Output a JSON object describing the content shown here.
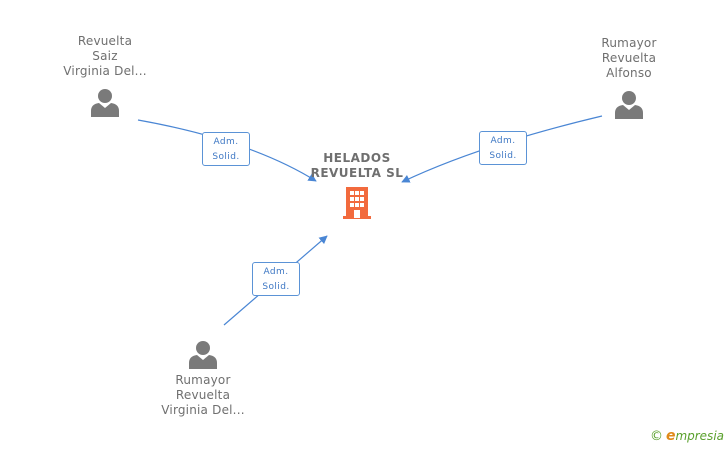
{
  "nodes": {
    "person_top_left": {
      "lines": [
        "Revuelta",
        "Saiz",
        "Virginia Del..."
      ],
      "icon": "person-icon"
    },
    "person_top_right": {
      "lines": [
        "Rumayor",
        "Revuelta",
        "Alfonso"
      ],
      "icon": "person-icon"
    },
    "person_bottom": {
      "lines": [
        "Rumayor",
        "Revuelta",
        "Virginia Del..."
      ],
      "icon": "person-icon"
    },
    "company": {
      "lines": [
        "HELADOS",
        "REVUELTA SL"
      ],
      "icon": "building-icon"
    }
  },
  "edges": {
    "top_left": {
      "line1": "Adm.",
      "line2": "Solid."
    },
    "top_right": {
      "line1": "Adm.",
      "line2": "Solid."
    },
    "bottom": {
      "line1": "Adm.",
      "line2": "Solid."
    }
  },
  "colors": {
    "edge": "#4a86d4",
    "company_icon": "#f26a3d",
    "person_icon": "#7a7a7a",
    "text": "#6f6f6f"
  },
  "brand": {
    "copyright": "©",
    "initial": "e",
    "rest": "mpresia"
  }
}
